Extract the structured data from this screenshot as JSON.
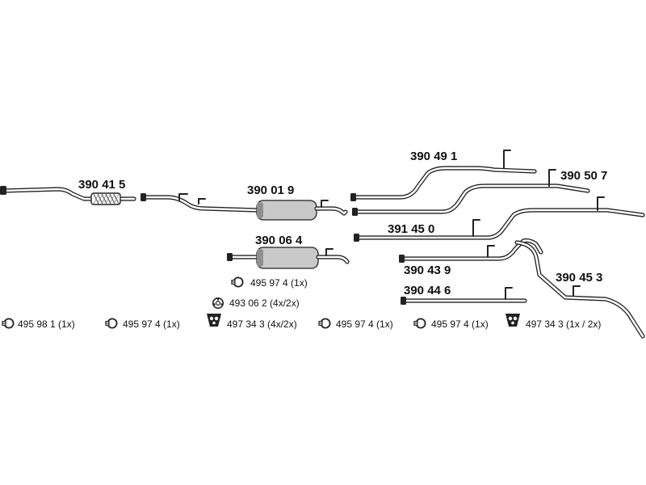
{
  "parts": {
    "front_pipe": "390 41 5",
    "center_silencer": "390 01 9",
    "center_silencer_alt": "390 06 4",
    "rear_pipe_a": "390 49 1",
    "rear_pipe_b": "390 50 7",
    "rear_pipe_c": "391 45 0",
    "rear_pipe_d": "390 43 9",
    "rear_pipe_e": "390 44 6",
    "rear_pipe_f": "390 45 3"
  },
  "accessories": {
    "clamp_1": "495 98 1  (1x)",
    "clamp_2": "495 97 4  (1x)",
    "clamp_3": "495 97 4 (1x)",
    "ring": "493 06 2 (4x/2x)",
    "hanger_1": "497 34 3 (4x/2x)",
    "clamp_4": "495 97 4  (1x)",
    "clamp_5": "495 97 4 (1x)",
    "hanger_2": "497 34 3 (1x / 2x)"
  },
  "icons": {
    "clamp": "pipe-clamp-icon",
    "ring": "rubber-ring-icon",
    "hanger": "rubber-hanger-icon"
  },
  "colors": {
    "line": "#222222",
    "body_fill": "#c9c9c9",
    "background": "#ffffff"
  }
}
